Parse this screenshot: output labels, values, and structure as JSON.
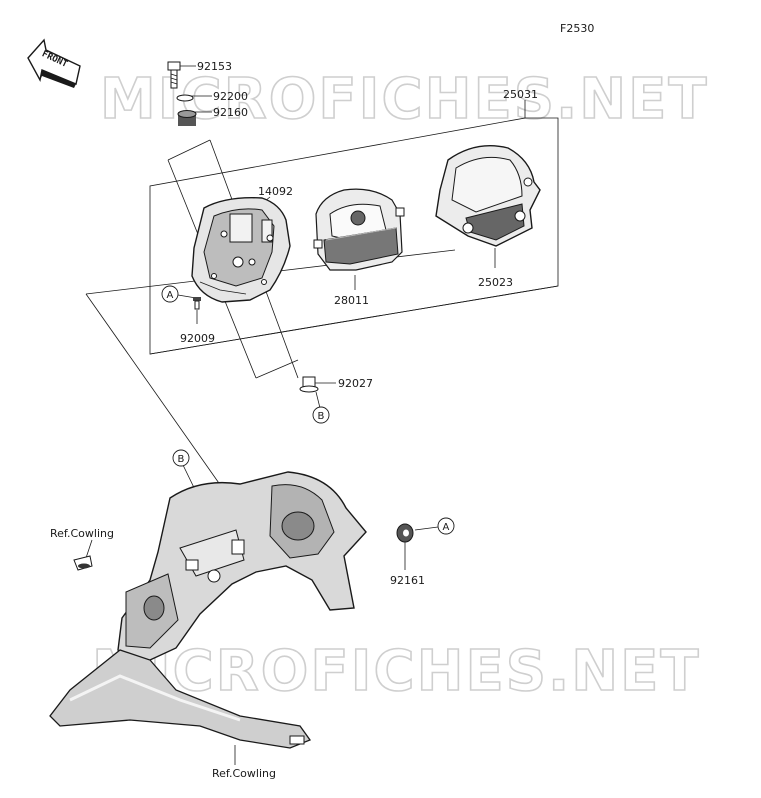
{
  "figure_code": "F2530",
  "front_arrow_text": "FRONT",
  "watermark": "MICROFICHES.NET",
  "parts": {
    "bolt": "92153",
    "washer": "92200",
    "grommet_top": "92160",
    "assembly": "25031",
    "case_bracket": "14092",
    "meter_unit": "28011",
    "meter_cover": "25023",
    "screw": "92009",
    "collar": "92027",
    "damper": "92161"
  },
  "refs": {
    "a": "A",
    "b": "B",
    "cowling_upper": "Ref.Cowling",
    "cowling_lower": "Ref.Cowling"
  }
}
